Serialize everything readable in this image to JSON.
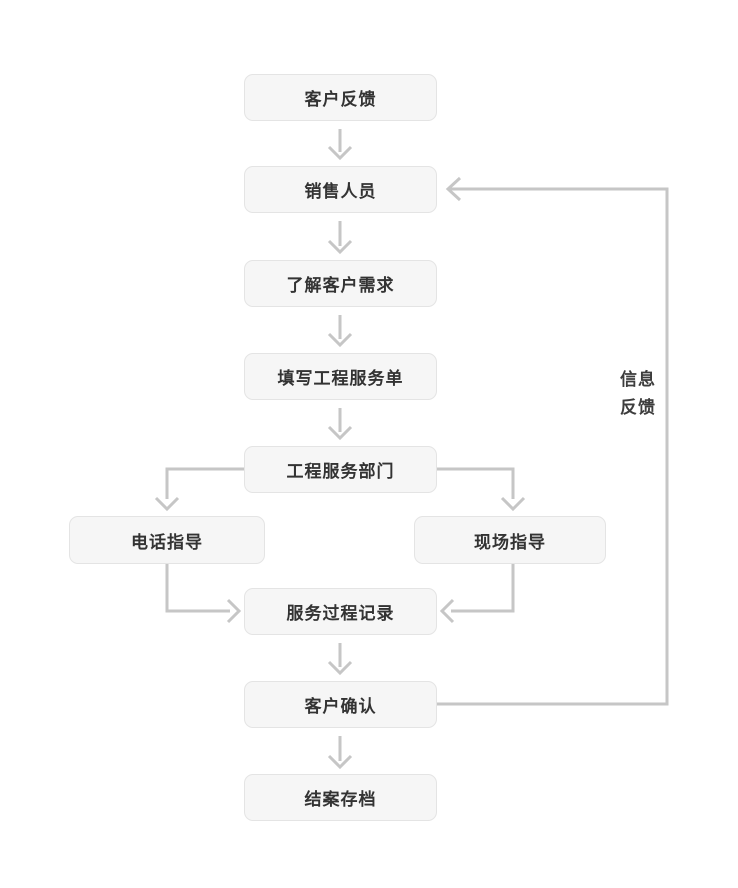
{
  "diagram": {
    "type": "flowchart",
    "direction": "top-down",
    "nodes": [
      {
        "id": "customer-feedback",
        "label": "客户反馈"
      },
      {
        "id": "sales-staff",
        "label": "销售人员"
      },
      {
        "id": "understand-needs",
        "label": "了解客户需求"
      },
      {
        "id": "fill-service-form",
        "label": "填写工程服务单"
      },
      {
        "id": "engineering-dept",
        "label": "工程服务部门"
      },
      {
        "id": "phone-guidance",
        "label": "电话指导"
      },
      {
        "id": "onsite-guidance",
        "label": "现场指导"
      },
      {
        "id": "service-record",
        "label": "服务过程记录"
      },
      {
        "id": "customer-confirm",
        "label": "客户确认"
      },
      {
        "id": "close-archive",
        "label": "结案存档"
      }
    ],
    "edges": [
      {
        "from": "客户反馈",
        "to": "销售人员"
      },
      {
        "from": "销售人员",
        "to": "了解客户需求"
      },
      {
        "from": "了解客户需求",
        "to": "填写工程服务单"
      },
      {
        "from": "填写工程服务单",
        "to": "工程服务部门"
      },
      {
        "from": "工程服务部门",
        "to": "电话指导"
      },
      {
        "from": "工程服务部门",
        "to": "现场指导"
      },
      {
        "from": "电话指导",
        "to": "服务过程记录"
      },
      {
        "from": "现场指导",
        "to": "服务过程记录"
      },
      {
        "from": "服务过程记录",
        "to": "客户确认"
      },
      {
        "from": "客户确认",
        "to": "结案存档"
      },
      {
        "from": "客户确认",
        "to": "销售人员",
        "label": "信息反馈"
      }
    ],
    "feedback_label": {
      "line1": "信息",
      "line2": "反馈"
    },
    "colors": {
      "background": "#ffffff",
      "node_fill": "#f6f6f6",
      "node_border": "#e4e4e4",
      "node_text": "#333333",
      "connector": "#c6c6c6",
      "label_text": "#3d3d3d"
    }
  }
}
